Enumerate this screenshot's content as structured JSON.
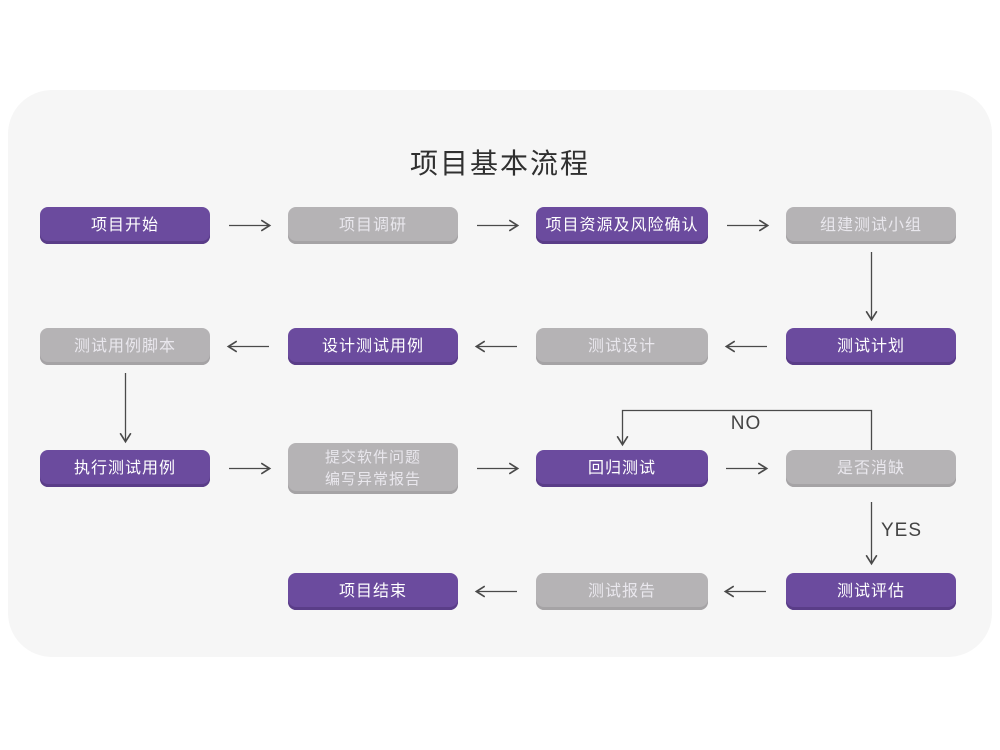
{
  "title": "项目基本流程",
  "edge_labels": {
    "no": "NO",
    "yes": "YES"
  },
  "colors": {
    "page_background": "#ffffff",
    "card_background": "#f6f6f6",
    "title_text": "#303030",
    "connector": "#4a4a4a",
    "purple_box": "#6b4b9e",
    "purple_box_edge": "#5a3d88",
    "purple_box_text": "#ffffff",
    "gray_box": "#b5b3b5",
    "gray_box_edge": "#a5a3a5",
    "gray_box_text": "#e9e7ed"
  },
  "flow": {
    "nodes": [
      {
        "id": "project-start",
        "label": "项目开始",
        "variant": "purple",
        "row": 0,
        "col": 0
      },
      {
        "id": "project-research",
        "label": "项目调研",
        "variant": "gray",
        "row": 0,
        "col": 1
      },
      {
        "id": "resources-risk-confirm",
        "label": "项目资源及风险确认",
        "variant": "purple",
        "row": 0,
        "col": 2
      },
      {
        "id": "build-test-team",
        "label": "组建测试小组",
        "variant": "gray",
        "row": 0,
        "col": 3
      },
      {
        "id": "test-case-script",
        "label": "测试用例脚本",
        "variant": "gray",
        "row": 1,
        "col": 0
      },
      {
        "id": "design-test-case",
        "label": "设计测试用例",
        "variant": "purple",
        "row": 1,
        "col": 1
      },
      {
        "id": "test-design",
        "label": "测试设计",
        "variant": "gray",
        "row": 1,
        "col": 2
      },
      {
        "id": "test-plan",
        "label": "测试计划",
        "variant": "purple",
        "row": 1,
        "col": 3
      },
      {
        "id": "execute-test-case",
        "label": "执行测试用例",
        "variant": "purple",
        "row": 2,
        "col": 0
      },
      {
        "id": "submit-issue-report",
        "label": "提交软件问题\n编写异常报告",
        "variant": "gray",
        "row": 2,
        "col": 1,
        "lines": 2
      },
      {
        "id": "regression-test",
        "label": "回归测试",
        "variant": "purple",
        "row": 2,
        "col": 2
      },
      {
        "id": "defect-cleared",
        "label": "是否消缺",
        "variant": "gray",
        "row": 2,
        "col": 3
      },
      {
        "id": "project-end",
        "label": "项目结束",
        "variant": "purple",
        "row": 3,
        "col": 1
      },
      {
        "id": "test-report",
        "label": "测试报告",
        "variant": "gray",
        "row": 3,
        "col": 2
      },
      {
        "id": "test-evaluation",
        "label": "测试评估",
        "variant": "purple",
        "row": 3,
        "col": 3
      }
    ]
  }
}
